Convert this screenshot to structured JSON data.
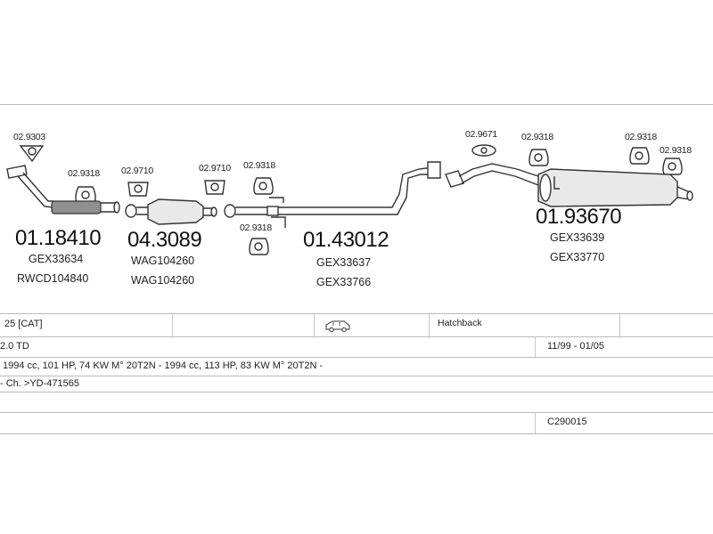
{
  "parts": {
    "clamp_a": "02.9303",
    "hanger_a": "02.9318",
    "gasket_a": "02.9710",
    "gasket_b": "02.9710",
    "hanger_b": "02.9318",
    "hanger_c": "02.9318",
    "gasket_c": "02.9671",
    "hanger_d": "02.9318",
    "hanger_e": "02.9318",
    "hanger_f": "02.9318"
  },
  "assemblies": {
    "front_pipe": {
      "number": "01.18410",
      "refs": [
        "GEX33634",
        "RWCD104840"
      ]
    },
    "catalyst": {
      "number": "04.3089",
      "refs": [
        "WAG104260",
        "WAG104260"
      ]
    },
    "middle": {
      "number": "01.43012",
      "refs": [
        "GEX33637",
        "GEX33766"
      ]
    },
    "rear": {
      "number": "01.93670",
      "refs": [
        "GEX33639",
        "GEX33770"
      ]
    }
  },
  "table": {
    "row1_model": "25  [CAT]",
    "row1_body": "Hatchback",
    "row2_engine": "2.0 TD",
    "row2_years": "11/99 - 01/05",
    "row3_spec": "1994 cc, 101 HP, 74 KW M° 20T2N - 1994 cc, 113 HP, 83 KW M° 20T2N -",
    "row4_chassis": "- Ch. >YD-471565",
    "row6_code": "C290015"
  },
  "icons": {
    "vehicle": "hatchback-car-icon"
  }
}
